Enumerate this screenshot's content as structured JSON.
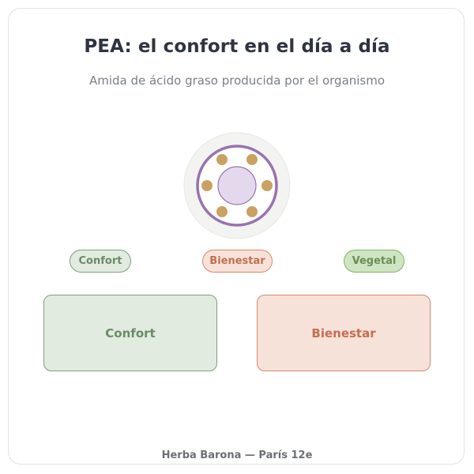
{
  "header": {
    "title": "PEA: el confort en el día a día",
    "subtitle": "Amida de ácido graso producida por el organismo"
  },
  "tags": [
    {
      "label": "Confort"
    },
    {
      "label": "Bienestar"
    },
    {
      "label": "Vegetal"
    }
  ],
  "panels": [
    {
      "label": "Confort"
    },
    {
      "label": "Bienestar"
    }
  ],
  "footer": {
    "text": "Herba Barona — París 12e"
  },
  "colors": {
    "confort_fill": "#e1ebe0",
    "confort_stroke": "#7f9f7c",
    "bienestar_fill": "#f7e2d9",
    "bienestar_stroke": "#d48a6e",
    "vegetal_fill": "#cfe4c0",
    "ring_purple": "#9a72b0",
    "core_lavender": "#e4d8ec",
    "dot_gold": "#caa161"
  }
}
